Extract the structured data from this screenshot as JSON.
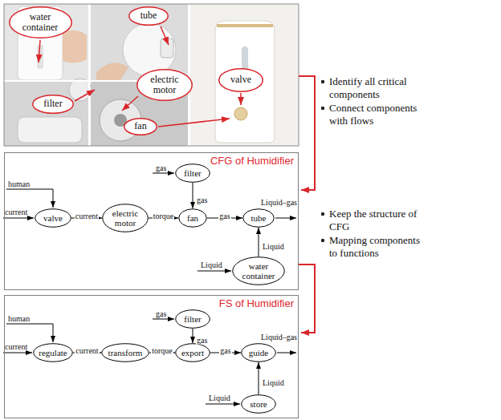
{
  "diagram": {
    "nodes": [
      {
        "text": [
          "water container"
        ]
      },
      {
        "text": [
          "tube"
        ]
      },
      {
        "text": [
          "valve"
        ]
      },
      {
        "text": [
          "electric motor"
        ]
      },
      {
        "text": [
          "filter"
        ]
      },
      {
        "text": [
          "fan"
        ]
      },
      {
        "text": [
          "CFG of Humidifier"
        ]
      },
      {
        "text": [
          "filter"
        ],
        "in": 6
      },
      {
        "text": [
          "valve"
        ],
        "in": 6
      },
      {
        "text": [
          "electric motor"
        ],
        "in": 6
      },
      {
        "text": [
          "fan"
        ],
        "in": 6
      },
      {
        "text": [
          "tube"
        ],
        "in": 6
      },
      {
        "text": [
          "water container"
        ],
        "in": 6
      },
      {
        "text": [
          "FS of Humidifier"
        ]
      },
      {
        "text": [
          "filter"
        ],
        "in": 13
      },
      {
        "text": [
          "regulate"
        ],
        "in": 13
      },
      {
        "text": [
          "transform"
        ],
        "in": 13
      },
      {
        "text": [
          "export"
        ],
        "in": 13
      },
      {
        "text": [
          "guide"
        ],
        "in": 13
      },
      {
        "text": [
          "store"
        ],
        "in": 13
      }
    ],
    "edges": [
      {
        "from": 8,
        "to": 9,
        "arrow": "to",
        "label": "current"
      },
      {
        "from": 9,
        "to": 10,
        "arrow": "to",
        "label": "torque"
      },
      {
        "from": 7,
        "to": 10,
        "arrow": "to",
        "label": "gas"
      },
      {
        "from": 10,
        "to": 11,
        "arrow": "to",
        "label": "gas"
      },
      {
        "from": 12,
        "to": 11,
        "arrow": "to",
        "label": "Liquid"
      },
      {
        "from": 15,
        "to": 16,
        "arrow": "to",
        "label": "current"
      },
      {
        "from": 16,
        "to": 17,
        "arrow": "to",
        "label": "torque"
      },
      {
        "from": 14,
        "to": 17,
        "arrow": "to",
        "label": "gas"
      },
      {
        "from": 17,
        "to": 18,
        "arrow": "to",
        "label": "gas"
      },
      {
        "from": 19,
        "to": 18,
        "arrow": "to",
        "label": "Liquid"
      }
    ],
    "labels": [
      "Identify all critical components",
      "Connect components with flows",
      "human",
      "current",
      "gas",
      "Liquid",
      "Liquid–gas",
      "Keep the structure of CFG",
      "Mapping components to functions",
      "human",
      "current",
      "gas",
      "Liquid",
      "Liquid–gas"
    ]
  }
}
